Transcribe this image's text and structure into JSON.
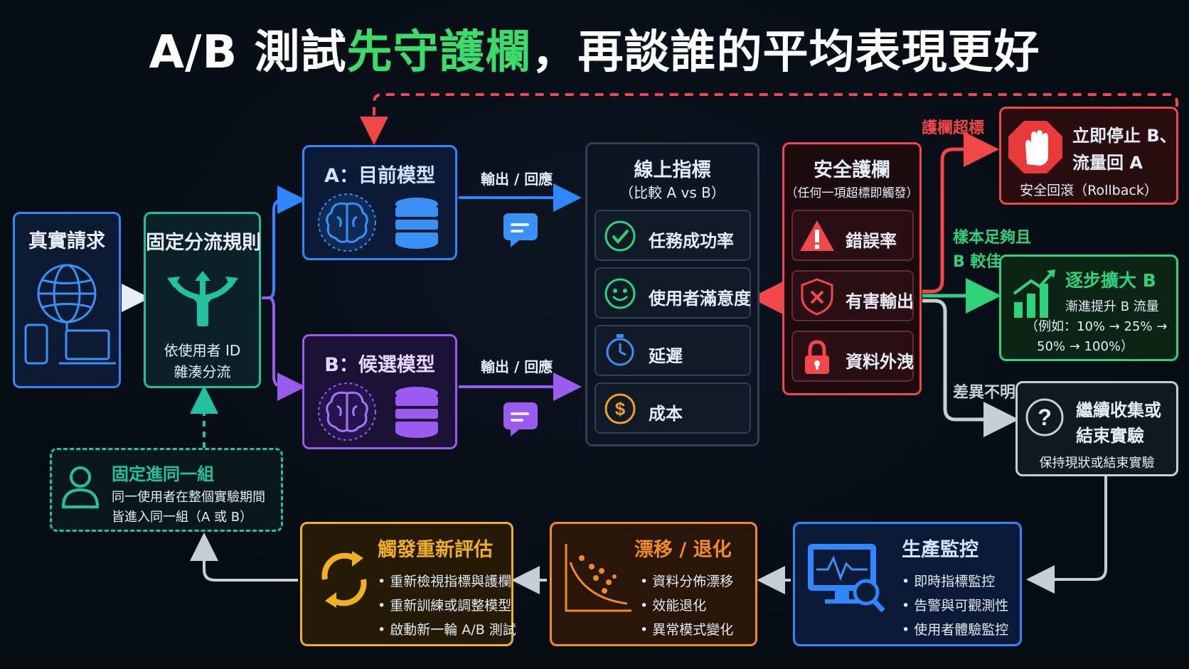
{
  "title": {
    "part1": "A/B 測試",
    "highlight": "先守護欄",
    "part2": "，再談誰的平均表現更好"
  },
  "request": {
    "title": "真實請求"
  },
  "split": {
    "title": "固定分流規則",
    "line1": "依使用者 ID",
    "line2": "雜湊分流"
  },
  "model_a": {
    "title": "A：目前模型",
    "output": "輸出 / 回應"
  },
  "model_b": {
    "title": "B：候選模型",
    "output": "輸出 / 回應"
  },
  "sticky": {
    "title": "固定進同一組",
    "line1": "同一使用者在整個實驗期間",
    "line2": "皆進入同一組（A 或 B）"
  },
  "metrics": {
    "title": "線上指標",
    "subtitle": "（比較 A vs B）",
    "items": [
      "任務成功率",
      "使用者滿意度",
      "延遲",
      "成本"
    ]
  },
  "guardrails": {
    "title": "安全護欄",
    "subtitle": "（任何一項超標即觸發）",
    "items": [
      "錯誤率",
      "有害輸出",
      "資料外洩"
    ]
  },
  "branches": {
    "exceed": "護欄超標",
    "better_line1": "樣本足夠且",
    "better_line2": "B 較佳",
    "unclear": "差異不明"
  },
  "stop": {
    "line1": "立即停止 B、",
    "line2": "流量回 A",
    "line3": "安全回滾（Rollback）"
  },
  "expand": {
    "title": "逐步擴大 B",
    "line1": "漸進提升 B 流量",
    "line2": "（例如：10% → 25% →",
    "line3": "50% → 100%）"
  },
  "continue": {
    "line1": "繼續收集或",
    "line2": "結束實驗",
    "line3": "保持現狀或結束實驗"
  },
  "monitor": {
    "title": "生產監控",
    "items": [
      "即時指標監控",
      "告警與可觀測性",
      "使用者體驗監控"
    ]
  },
  "drift": {
    "title": "漂移 / 退化",
    "items": [
      "資料分佈漂移",
      "效能退化",
      "異常模式變化"
    ]
  },
  "retrigger": {
    "title": "觸發重新評估",
    "items": [
      "重新檢視指標與護欄",
      "重新訓練或調整模型",
      "啟動新一輪 A/B 測試"
    ]
  },
  "colors": {
    "blue": "#2f86ff",
    "green": "#2fd27a",
    "teal": "#22c2a0",
    "purple": "#9a5cf0",
    "red": "#f04848",
    "orange": "#f08a24",
    "yellow": "#f0b020",
    "gray": "#c9ced6",
    "title_green": "#3ddc6a"
  }
}
